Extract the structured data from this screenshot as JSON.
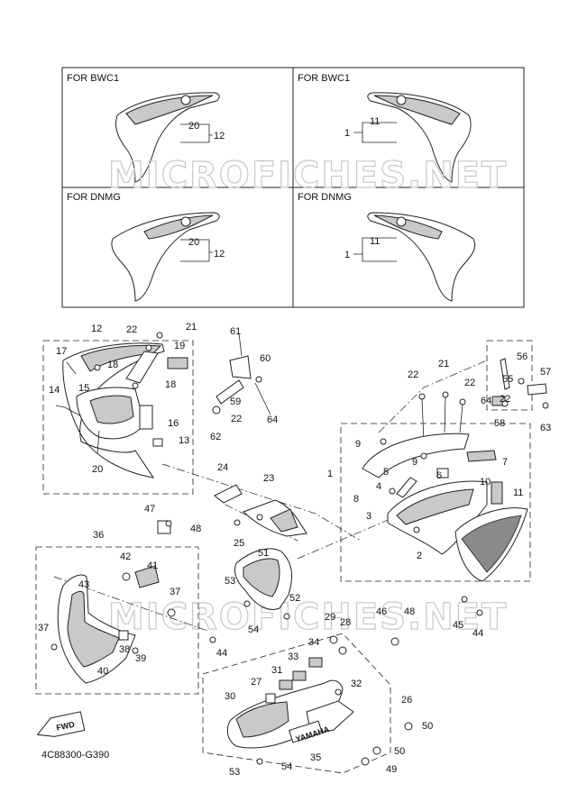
{
  "variants": [
    {
      "label": "FOR BWC1",
      "callouts": [
        "20",
        "12"
      ]
    },
    {
      "label": "FOR BWC1",
      "callouts": [
        "1",
        "11"
      ]
    },
    {
      "label": "FOR DNMG",
      "callouts": [
        "20",
        "12"
      ]
    },
    {
      "label": "FOR DNMG",
      "callouts": [
        "1",
        "11"
      ]
    }
  ],
  "watermark": [
    "MICROFICHES.NET",
    "MICROFICHES.NET"
  ],
  "callouts": [
    "12",
    "22",
    "21",
    "19",
    "17",
    "18",
    "18",
    "14",
    "15",
    "16",
    "13",
    "20",
    "61",
    "60",
    "59",
    "62",
    "22",
    "64",
    "22",
    "21",
    "22",
    "64",
    "56",
    "55",
    "57",
    "22",
    "58",
    "63",
    "9",
    "9",
    "1",
    "8",
    "5",
    "6",
    "10",
    "7",
    "4",
    "3",
    "11",
    "2",
    "24",
    "23",
    "25",
    "47",
    "48",
    "36",
    "42",
    "41",
    "43",
    "37",
    "37",
    "38",
    "39",
    "40",
    "44",
    "51",
    "53",
    "52",
    "54",
    "29",
    "28",
    "46",
    "48",
    "45",
    "44",
    "34",
    "33",
    "31",
    "27",
    "32",
    "30",
    "26",
    "50",
    "50",
    "35",
    "49",
    "53",
    "54"
  ],
  "fwd_label": "FWD",
  "brand_label": "YAMAHA",
  "diagram_code": "4C88300-G390"
}
